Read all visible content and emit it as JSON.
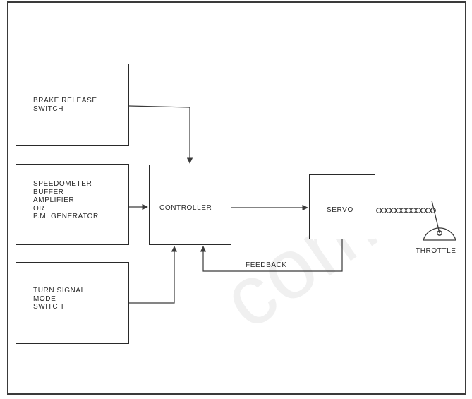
{
  "blocks": {
    "brake": "BRAKE RELEASE\nSWITCH",
    "speedo": "SPEEDOMETER\nBUFFER\nAMPLIFIER\nOR\nP.M. GENERATOR",
    "turn": "TURN SIGNAL\nMODE\nSWITCH",
    "controller": "CONTROLLER",
    "servo": "SERVO"
  },
  "labels": {
    "feedback": "FEEDBACK",
    "throttle": "THROTTLE"
  },
  "watermark": "com"
}
